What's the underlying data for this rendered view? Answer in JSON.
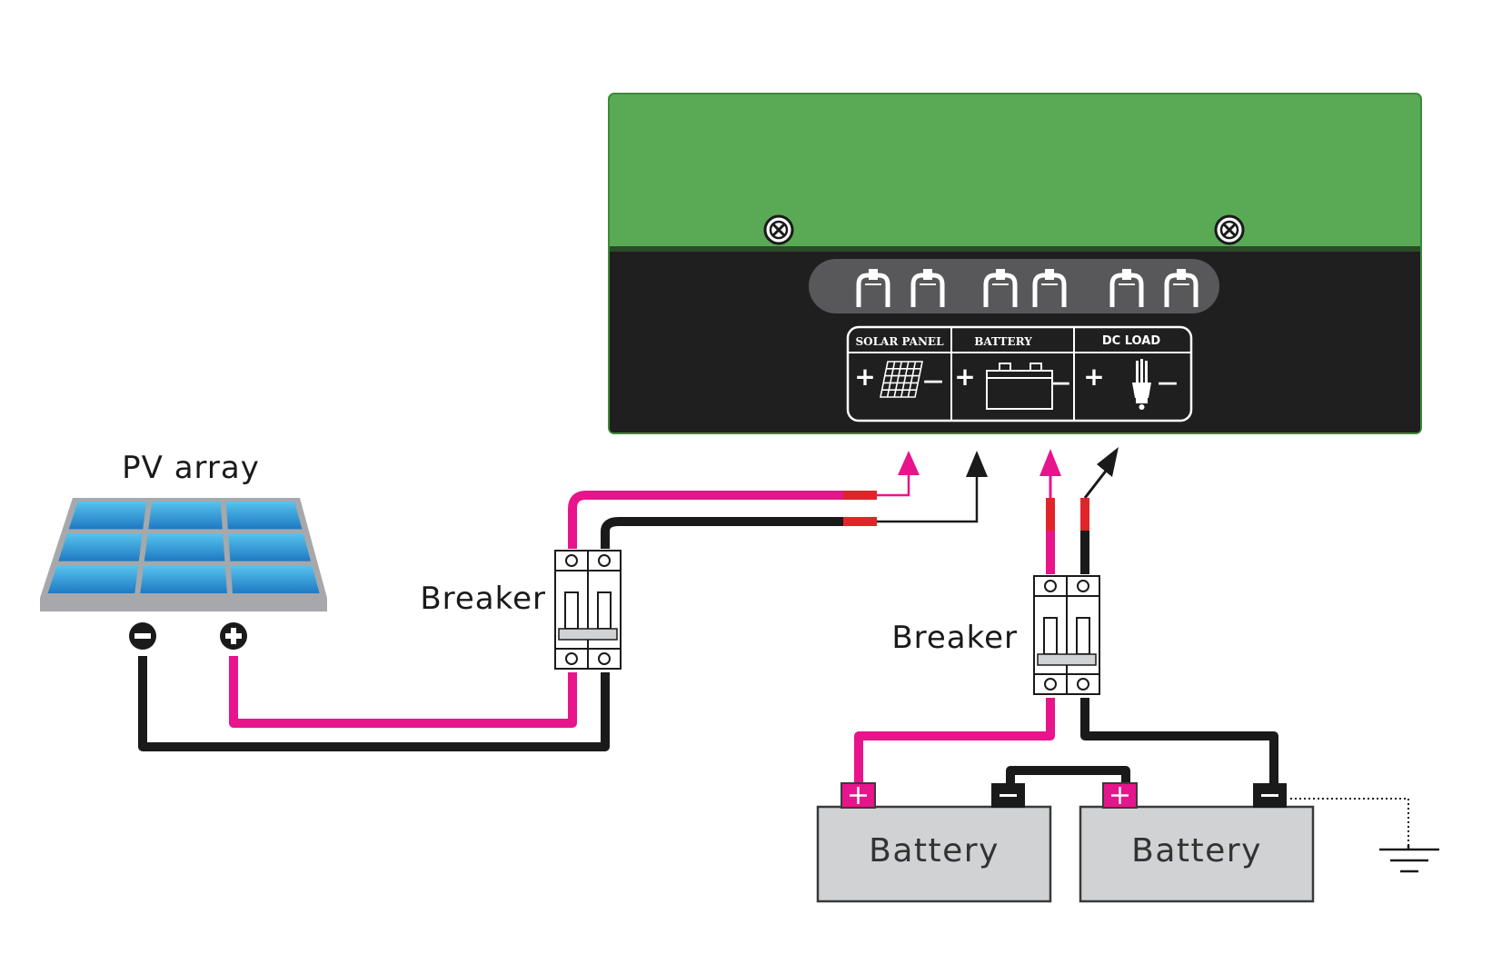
{
  "labels": {
    "pv_array": "PV array",
    "breaker_solar": "Breaker",
    "breaker_battery": "Breaker",
    "battery_left": "Battery",
    "battery_right": "Battery"
  },
  "controller": {
    "header_solar": "SOLAR PANEL",
    "header_battery": "BATTERY",
    "header_load": "DC LOAD",
    "plus_sign": "+",
    "minus_sign": "—"
  },
  "colors": {
    "controller_body": "#5aaa55",
    "controller_face": "#1f1f1f",
    "positive_wire": "#e8148c",
    "negative_wire": "#1a1a1a",
    "connector_red": "#e2242a",
    "battery_body": "#d0d2d3",
    "panel_cell": "#2b8ad0",
    "panel_frame": "#a6a8ab"
  },
  "icons": [
    "screw-icon",
    "solar-panel-icon",
    "battery-icon",
    "lamp-icon",
    "ground-icon",
    "terminal-plus-icon",
    "terminal-minus-icon"
  ]
}
